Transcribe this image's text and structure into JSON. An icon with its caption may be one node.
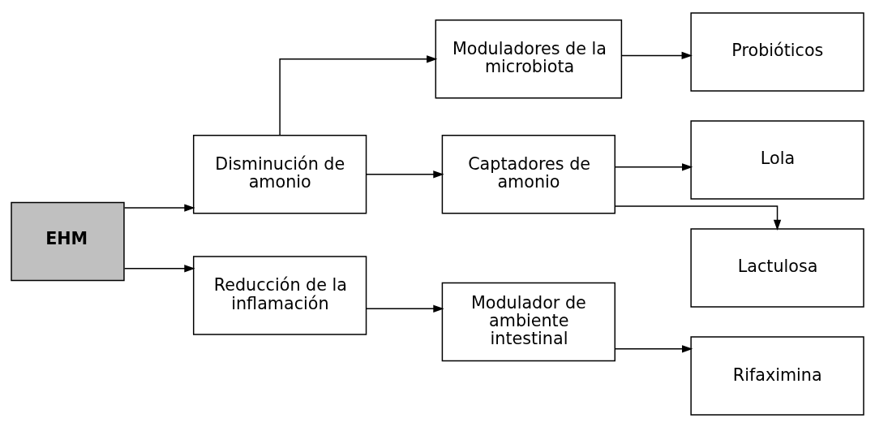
{
  "diagram": {
    "nodes": [
      {
        "text": [
          "EHM"
        ]
      },
      {
        "text": [
          "Disminución de amonio"
        ]
      },
      {
        "text": [
          "Reducción de la inflamación"
        ]
      },
      {
        "text": [
          "Moduladores de la microbiota"
        ]
      },
      {
        "text": [
          "Captadores de amonio"
        ]
      },
      {
        "text": [
          "Modulador de ambiente intestinal"
        ]
      },
      {
        "text": [
          "Probióticos"
        ]
      },
      {
        "text": [
          "Lola"
        ]
      },
      {
        "text": [
          "Lactulosa"
        ]
      },
      {
        "text": [
          "Rifaximina"
        ]
      }
    ],
    "edges": [
      {
        "from": 0,
        "to": 1,
        "arrow": "to"
      },
      {
        "from": 0,
        "to": 2,
        "arrow": "to"
      },
      {
        "from": 1,
        "to": 3,
        "arrow": "to"
      },
      {
        "from": 1,
        "to": 4,
        "arrow": "to"
      },
      {
        "from": 2,
        "to": 5,
        "arrow": "to"
      },
      {
        "from": 3,
        "to": 6,
        "arrow": "to"
      },
      {
        "from": 4,
        "to": 7,
        "arrow": "to"
      },
      {
        "from": 4,
        "to": 8,
        "arrow": "to"
      },
      {
        "from": 5,
        "to": 9,
        "arrow": "to"
      }
    ]
  }
}
